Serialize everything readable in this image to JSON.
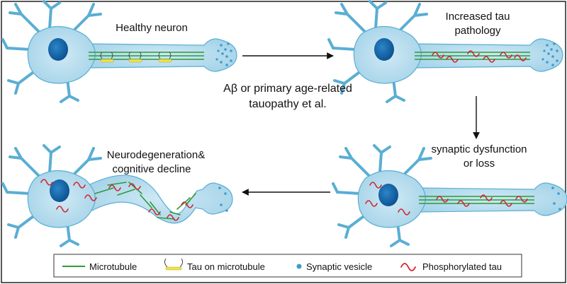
{
  "panels": {
    "healthy": "Healthy neuron",
    "tau_line1": "Increased tau",
    "tau_line2": "pathology",
    "synaptic_line1": "synaptic dysfunction",
    "synaptic_line2": "or loss",
    "neurodeg_line1": "Neurodegeneration&",
    "neurodeg_line2": "cognitive decline"
  },
  "transition": {
    "line1": "Aβ or primary age-related",
    "line2": "tauopathy et al."
  },
  "legend": {
    "microtubule": "Microtubule",
    "tau_on_microtubule": "Tau on microtubule",
    "synaptic_vesicle": "Synaptic vesicle",
    "phosphorylated_tau": "Phosphorylated tau"
  },
  "colors": {
    "cell_fill": "#aed8ea",
    "cell_stroke": "#5aaed3",
    "nucleus": "#0d5fa6",
    "microtubule": "#2e9a3a",
    "tau_yellow": "#eee24a",
    "vesicle": "#3f9bd0",
    "phospho_tau": "#d0262e"
  }
}
